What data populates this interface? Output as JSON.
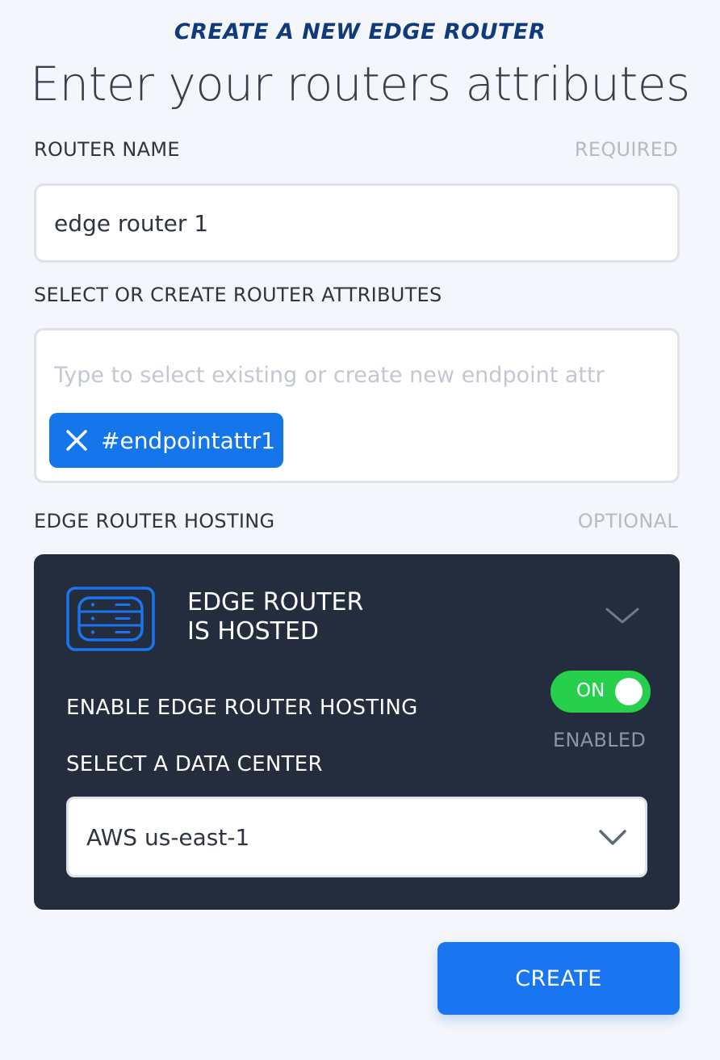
{
  "header": {
    "kicker": "CREATE A NEW EDGE ROUTER",
    "title": "Enter your routers attributes"
  },
  "router_name": {
    "label": "ROUTER NAME",
    "hint": "REQUIRED",
    "value": "edge router 1"
  },
  "attributes": {
    "label": "SELECT OR CREATE ROUTER ATTRIBUTES",
    "placeholder": "Type to select existing or create new endpoint attr",
    "tags": [
      "#endpointattr1"
    ]
  },
  "hosting": {
    "label": "EDGE ROUTER HOSTING",
    "hint": "OPTIONAL",
    "status_line1": "EDGE ROUTER",
    "status_line2": "IS HOSTED",
    "enable_label": "ENABLE EDGE ROUTER HOSTING",
    "toggle_label": "ON",
    "toggle_state": "ENABLED",
    "datacenter_label": "SELECT A DATA CENTER",
    "datacenter_value": "AWS us-east-1"
  },
  "actions": {
    "create_label": "CREATE"
  },
  "colors": {
    "accent": "#1a75f0",
    "panel": "#232d3d",
    "toggle_on": "#26d04d",
    "kicker": "#0f3b7a"
  },
  "icons": {
    "router": "server-stack-icon",
    "collapse": "chevron-down-icon",
    "remove_tag": "close-icon",
    "select": "chevron-down-icon"
  }
}
